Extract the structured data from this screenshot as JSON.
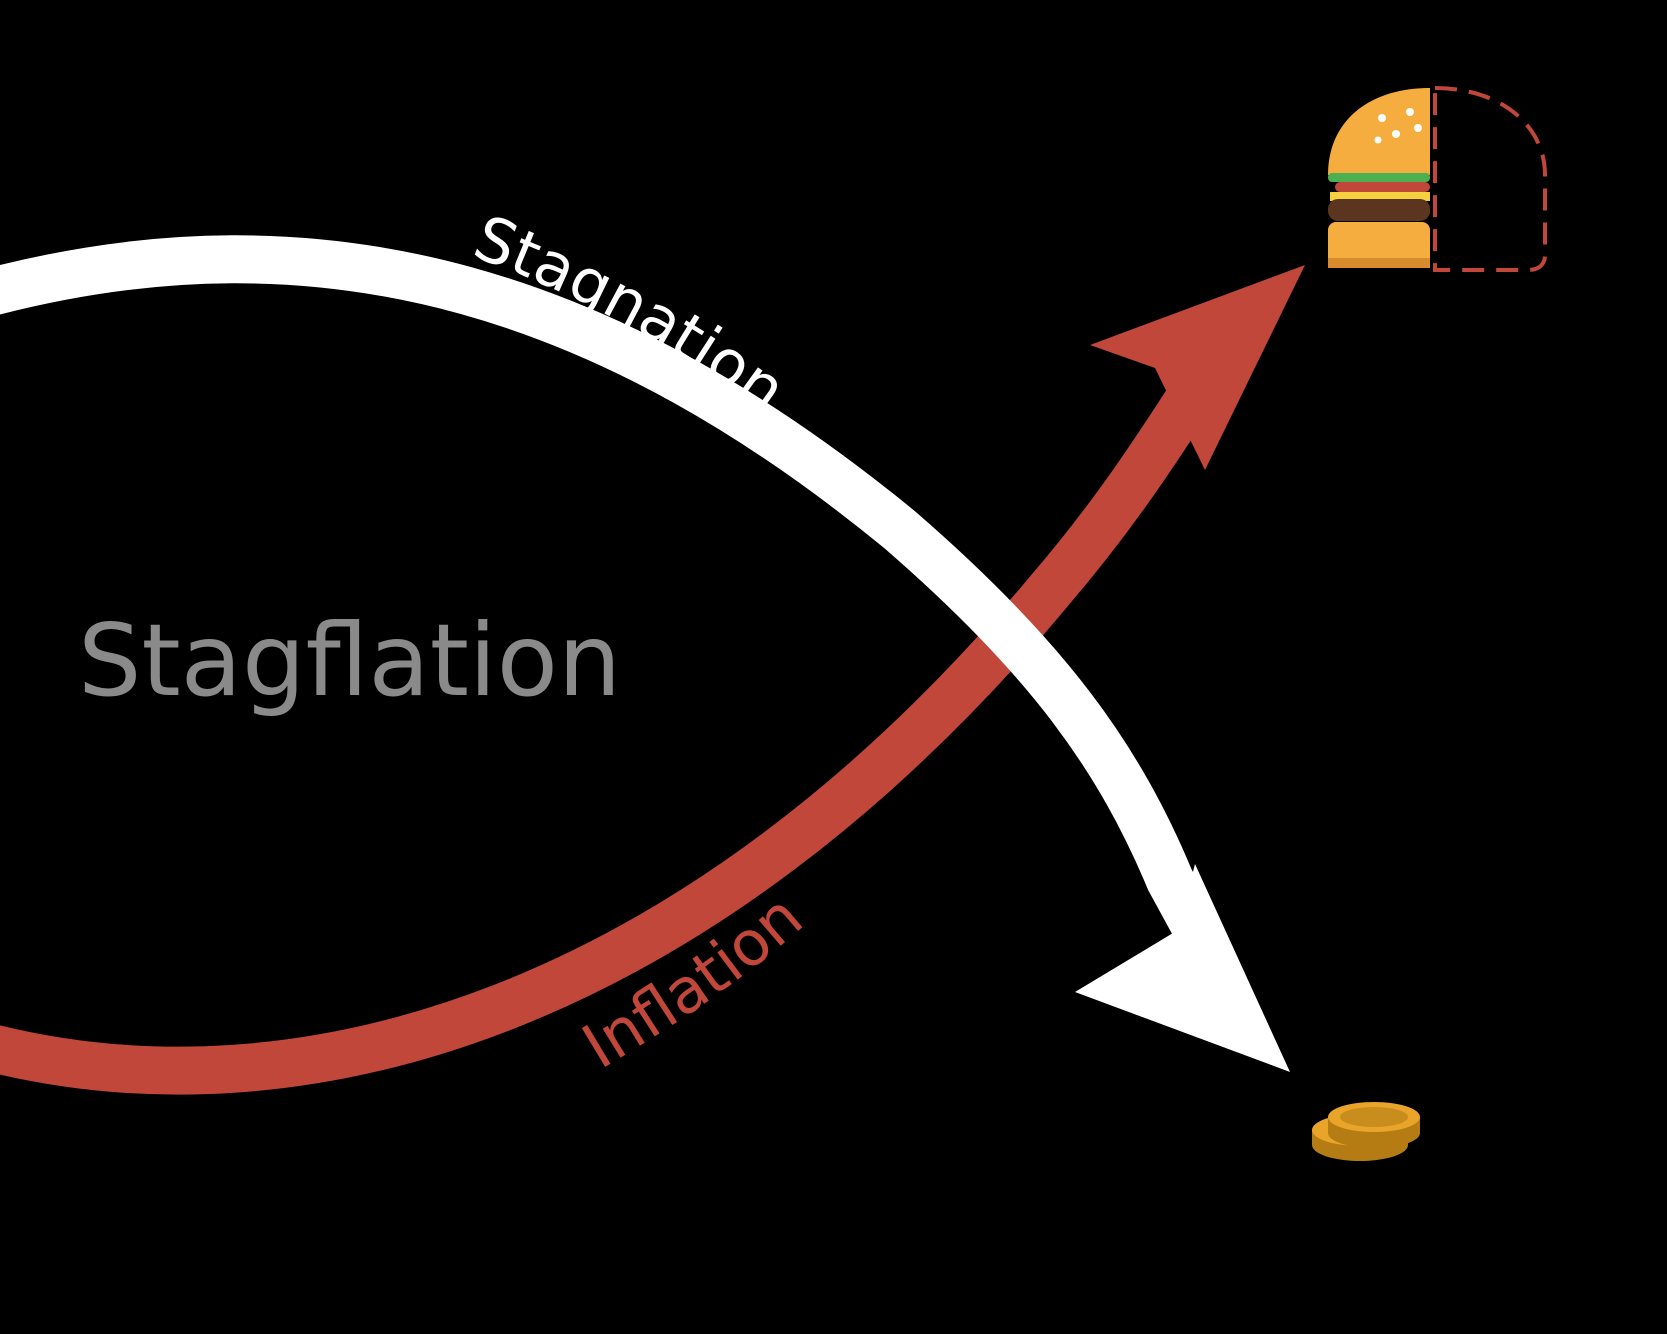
{
  "diagram": {
    "title": "Stagflation",
    "stagnation": {
      "label": "Stagnation",
      "color": "#ffffff"
    },
    "inflation": {
      "label": "Inflation",
      "color": "#c0473a"
    },
    "icons": {
      "top_right": "burger-icon",
      "bottom_right": "coins-icon"
    },
    "colors": {
      "background": "#000000",
      "title": "#8a8a8a",
      "bun": "#f6ad3f",
      "bun_shade": "#d88b2c",
      "lettuce": "#4caf50",
      "patty": "#5b3520",
      "coin": "#e8a52a",
      "coin_shade": "#b67c14"
    }
  }
}
